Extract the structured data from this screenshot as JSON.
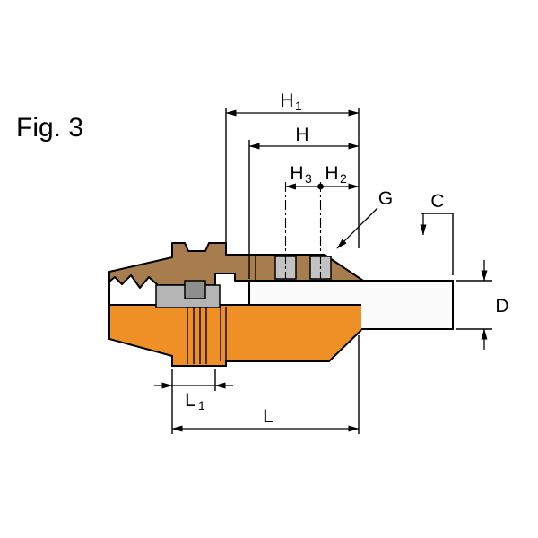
{
  "figure_label": "Fig. 3",
  "dims": {
    "h1": {
      "base": "H",
      "sub": "1"
    },
    "h": {
      "base": "H",
      "sub": ""
    },
    "h3": {
      "base": "H",
      "sub": "3"
    },
    "h2": {
      "base": "H",
      "sub": "2"
    },
    "g": {
      "base": "G",
      "sub": ""
    },
    "c": {
      "base": "C",
      "sub": ""
    },
    "d": {
      "base": "D",
      "sub": ""
    },
    "l1": {
      "base": "L",
      "sub": "1"
    },
    "l": {
      "base": "L",
      "sub": ""
    }
  },
  "colors": {
    "body_orange": "#EF9026",
    "section_brown": "#A77C4F",
    "collet_gray": "#B5B5B5",
    "collet_gray_dark": "#8E8E8E",
    "slot_gray": "#C2C2C2",
    "bar_fill": "#FBFBFB",
    "outline": "#000000"
  }
}
